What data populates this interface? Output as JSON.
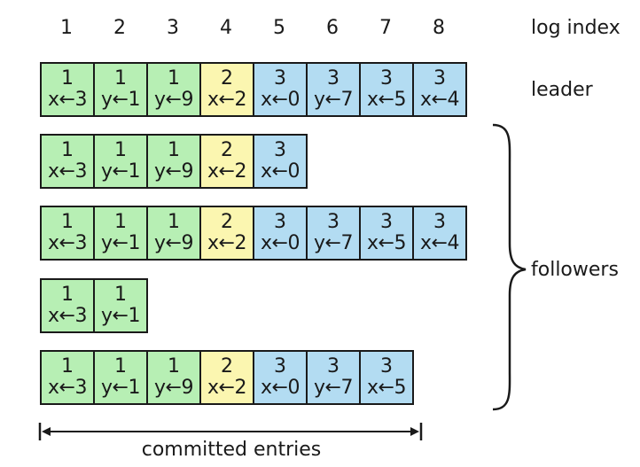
{
  "colors": {
    "term1": "#b7efb4",
    "term2": "#fbf6b0",
    "term3": "#b3dcf2",
    "border": "#1a1a1a"
  },
  "log_indices": [
    "1",
    "2",
    "3",
    "4",
    "5",
    "6",
    "7",
    "8"
  ],
  "labels": {
    "log_index": "log index",
    "leader": "leader",
    "followers": "followers",
    "committed": "committed entries"
  },
  "rows": [
    {
      "role": "leader",
      "entries": [
        {
          "term": "1",
          "cmd": "x←3"
        },
        {
          "term": "1",
          "cmd": "y←1"
        },
        {
          "term": "1",
          "cmd": "y←9"
        },
        {
          "term": "2",
          "cmd": "x←2"
        },
        {
          "term": "3",
          "cmd": "x←0"
        },
        {
          "term": "3",
          "cmd": "y←7"
        },
        {
          "term": "3",
          "cmd": "x←5"
        },
        {
          "term": "3",
          "cmd": "x←4"
        }
      ]
    },
    {
      "role": "follower",
      "entries": [
        {
          "term": "1",
          "cmd": "x←3"
        },
        {
          "term": "1",
          "cmd": "y←1"
        },
        {
          "term": "1",
          "cmd": "y←9"
        },
        {
          "term": "2",
          "cmd": "x←2"
        },
        {
          "term": "3",
          "cmd": "x←0"
        }
      ]
    },
    {
      "role": "follower",
      "entries": [
        {
          "term": "1",
          "cmd": "x←3"
        },
        {
          "term": "1",
          "cmd": "y←1"
        },
        {
          "term": "1",
          "cmd": "y←9"
        },
        {
          "term": "2",
          "cmd": "x←2"
        },
        {
          "term": "3",
          "cmd": "x←0"
        },
        {
          "term": "3",
          "cmd": "y←7"
        },
        {
          "term": "3",
          "cmd": "x←5"
        },
        {
          "term": "3",
          "cmd": "x←4"
        }
      ]
    },
    {
      "role": "follower",
      "entries": [
        {
          "term": "1",
          "cmd": "x←3"
        },
        {
          "term": "1",
          "cmd": "y←1"
        }
      ]
    },
    {
      "role": "follower",
      "entries": [
        {
          "term": "1",
          "cmd": "x←3"
        },
        {
          "term": "1",
          "cmd": "y←1"
        },
        {
          "term": "1",
          "cmd": "y←9"
        },
        {
          "term": "2",
          "cmd": "x←2"
        },
        {
          "term": "3",
          "cmd": "x←0"
        },
        {
          "term": "3",
          "cmd": "y←7"
        },
        {
          "term": "3",
          "cmd": "x←5"
        }
      ]
    }
  ]
}
